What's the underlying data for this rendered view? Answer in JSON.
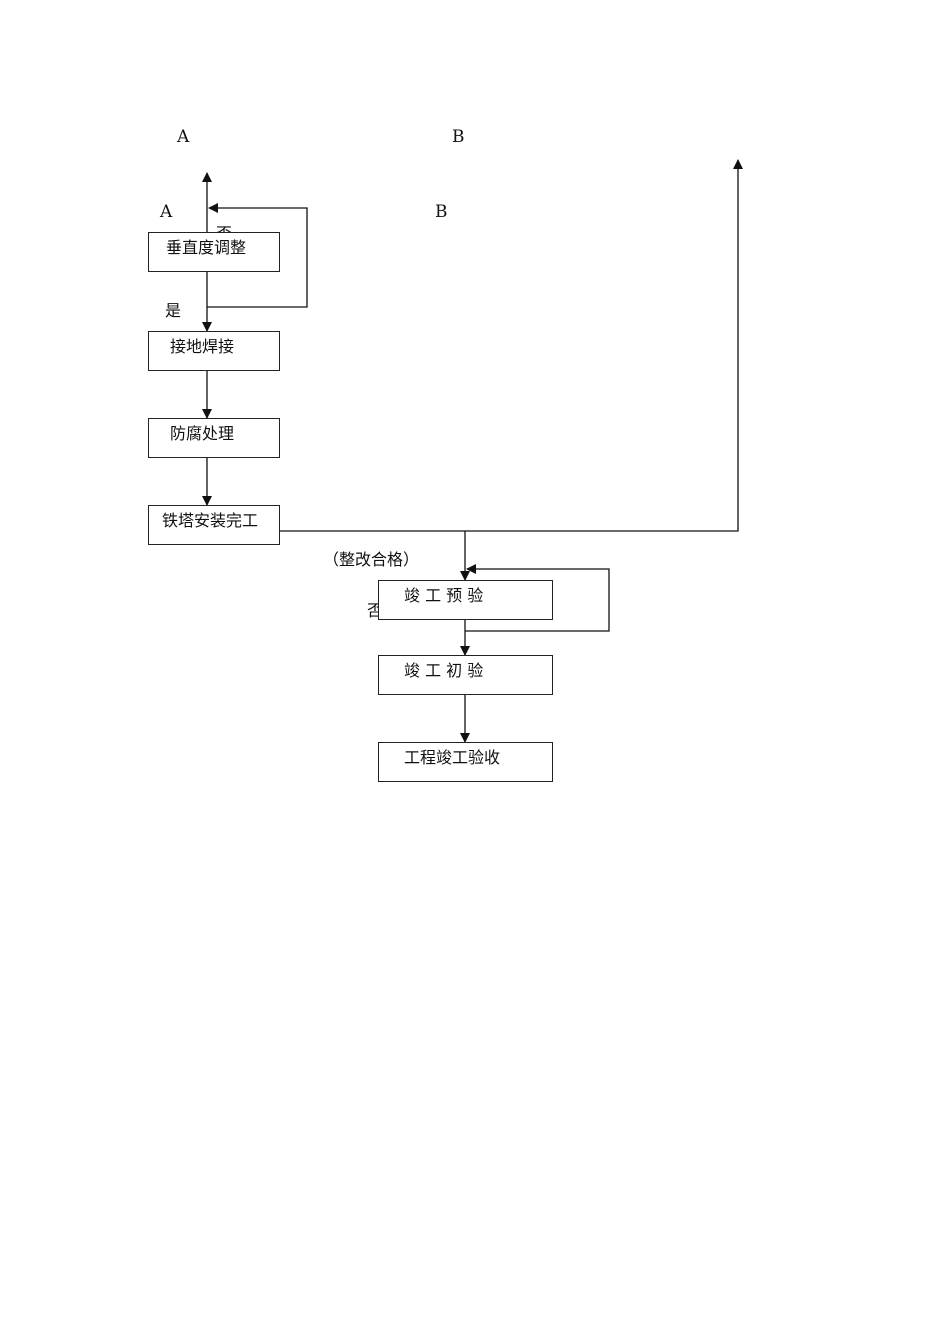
{
  "connectors": {
    "top_a": "A",
    "top_b": "B",
    "mid_a": "A",
    "mid_b": "B"
  },
  "branch_labels": {
    "no_top": "否",
    "yes": "是",
    "rectified": "（整改合格）",
    "no_bottom": "否"
  },
  "steps": {
    "verticality": "垂直度调整",
    "grounding": "接地焊接",
    "anticorrosion": "防腐处理",
    "tower_complete": "铁塔安装完工",
    "pre_inspection": "竣 工 预 验",
    "initial_inspection": "竣 工 初 验",
    "final_acceptance": "工程竣工验收"
  }
}
